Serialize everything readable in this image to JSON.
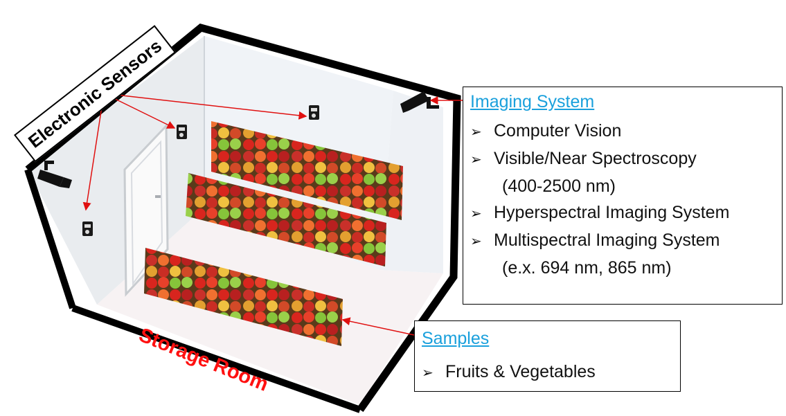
{
  "labels": {
    "electronic_sensors": "Electronic Sensors",
    "storage_room": "Storage Room"
  },
  "imaging_panel": {
    "title": "Imaging System",
    "items": [
      "Computer Vision",
      "Visible/Near Spectroscopy",
      "(400-2500 nm)",
      "Hyperspectral Imaging System",
      "Multispectral Imaging System",
      "(e.x. 694 nm, 865 nm)"
    ]
  },
  "samples_panel": {
    "title": "Samples",
    "items": [
      "Fruits & Vegetables"
    ]
  },
  "colors": {
    "accent_title": "#1aa0dc",
    "storage_label": "#ff1010",
    "arrows": "#e01010"
  }
}
